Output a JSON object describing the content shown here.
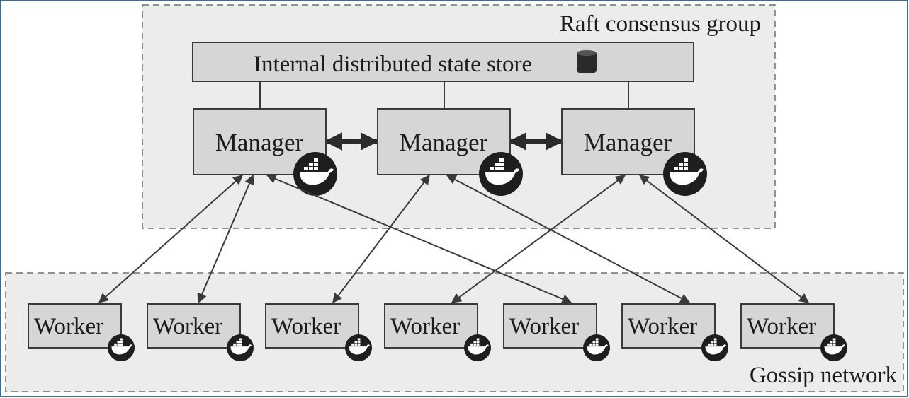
{
  "diagram": {
    "raft_group": {
      "label": "Raft consensus group"
    },
    "state_store": {
      "label": "Internal distributed state store",
      "icon": "database-icon"
    },
    "managers": [
      {
        "label": "Manager",
        "icon": "docker-whale-icon"
      },
      {
        "label": "Manager",
        "icon": "docker-whale-icon"
      },
      {
        "label": "Manager",
        "icon": "docker-whale-icon"
      }
    ],
    "gossip_network": {
      "label": "Gossip network"
    },
    "workers": [
      {
        "label": "Worker",
        "icon": "docker-whale-icon"
      },
      {
        "label": "Worker",
        "icon": "docker-whale-icon"
      },
      {
        "label": "Worker",
        "icon": "docker-whale-icon"
      },
      {
        "label": "Worker",
        "icon": "docker-whale-icon"
      },
      {
        "label": "Worker",
        "icon": "docker-whale-icon"
      },
      {
        "label": "Worker",
        "icon": "docker-whale-icon"
      },
      {
        "label": "Worker",
        "icon": "docker-whale-icon"
      }
    ],
    "manager_worker_links": [
      {
        "manager": 0,
        "worker": 0
      },
      {
        "manager": 0,
        "worker": 1
      },
      {
        "manager": 0,
        "worker": 4
      },
      {
        "manager": 1,
        "worker": 2
      },
      {
        "manager": 1,
        "worker": 5
      },
      {
        "manager": 2,
        "worker": 3
      },
      {
        "manager": 2,
        "worker": 6
      }
    ],
    "colors": {
      "region_fill": "#ececec",
      "box_fill": "#d6d6d6",
      "stroke": "#3a3a3a",
      "icon_bg": "#1e1e1e"
    }
  }
}
